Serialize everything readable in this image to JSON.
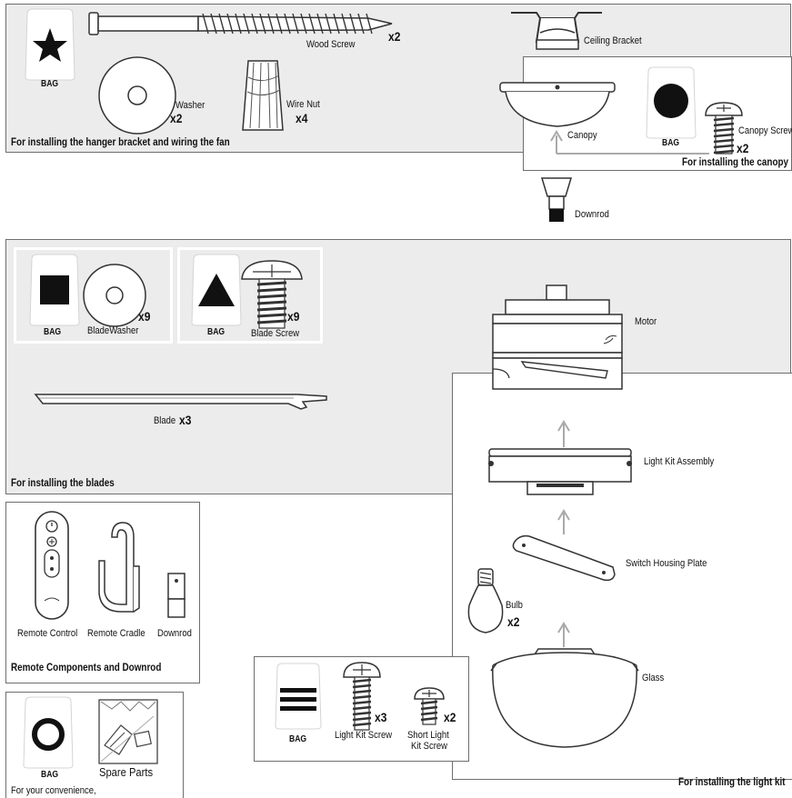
{
  "hardware_panel": {
    "bag_label": "BAG",
    "wood_screw": "Wood Screw",
    "wood_screw_qty": "x2",
    "washer": "Washer",
    "washer_qty": "x2",
    "wire_nut": "Wire Nut",
    "wire_nut_qty": "x4",
    "caption": "For installing the hanger bracket and wiring the fan"
  },
  "ceiling_bracket": "Ceiling Bracket",
  "canopy_panel": {
    "canopy": "Canopy",
    "bag_label": "BAG",
    "canopy_screw": "Canopy Screw",
    "canopy_screw_qty": "x2",
    "caption": "For installing the canopy"
  },
  "downrod_top": "Downrod",
  "blades_panel": {
    "bag1_label": "BAG",
    "blade_washer": "BladeWasher",
    "blade_washer_qty": "x9",
    "bag2_label": "BAG",
    "blade_screw": "Blade Screw",
    "blade_screw_qty": "x9",
    "blade": "Blade",
    "blade_qty": "x3",
    "caption": "For installing the blades"
  },
  "motor": "Motor",
  "light_kit_panel": {
    "light_kit_assembly": "Light Kit Assembly",
    "switch_housing_plate": "Switch Housing Plate",
    "bulb": "Bulb",
    "bulb_qty": "x2",
    "glass": "Glass",
    "caption": "For installing the light kit"
  },
  "light_screws_panel": {
    "bag_label": "BAG",
    "light_kit_screw": "Light Kit Screw",
    "light_kit_screw_qty": "x3",
    "short_light_kit_screw_line1": "Short Light",
    "short_light_kit_screw_line2": "Kit Screw",
    "short_light_kit_screw_qty": "x2"
  },
  "remote_panel": {
    "remote_control": "Remote Control",
    "remote_cradle": "Remote Cradle",
    "downrod": "Downrod",
    "caption": "Remote Components and Downrod"
  },
  "spare_panel": {
    "bag_label": "BAG",
    "spare_parts": "Spare Parts",
    "caption": "For your convenience,"
  }
}
